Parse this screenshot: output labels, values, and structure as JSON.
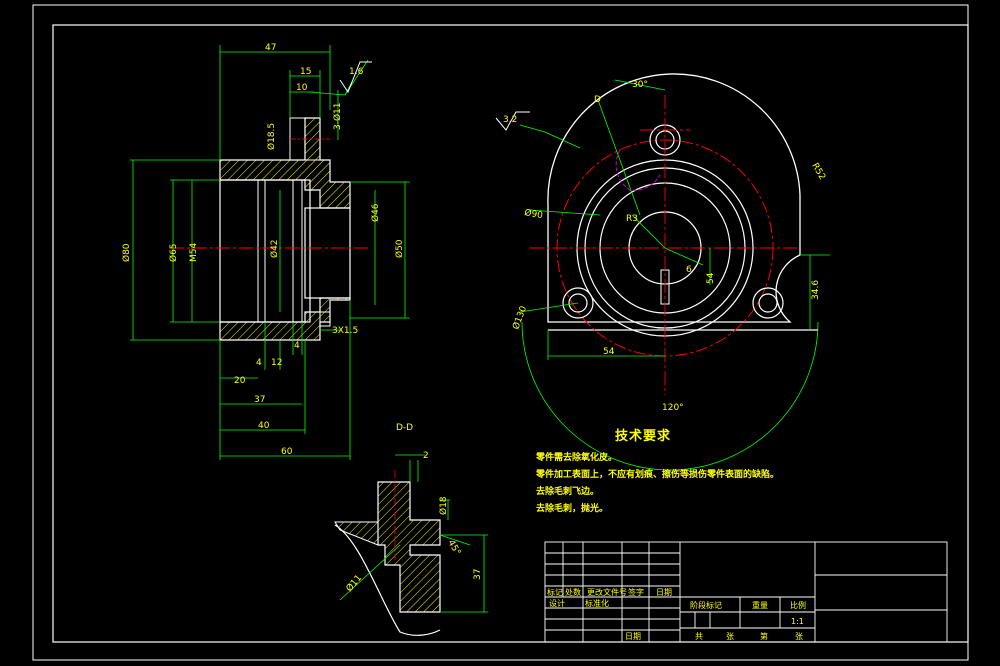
{
  "colors": {
    "background": "#000000",
    "outline": "#ffffff",
    "dimension": "#00ff00",
    "text": "#ffff00",
    "centerline": "#ff0000",
    "hatch": "#ffff00",
    "section_mark": "#cc00cc"
  },
  "front_view": {
    "dims": {
      "d47": "47",
      "d15": "15",
      "d10": "10",
      "rough16": "1.6",
      "holes": "3-Ø11",
      "phi185": "Ø18.5",
      "phi80": "Ø80",
      "phi65": "Ø65",
      "m54": "M54",
      "phi42": "Ø42",
      "phi46": "Ø46",
      "phi50": "Ø50",
      "d4a": "4",
      "d4b": "4",
      "d12": "12",
      "d20": "20",
      "d37": "37",
      "d40": "40",
      "d60": "60",
      "chamfer": "3X1.5"
    }
  },
  "side_view": {
    "dims": {
      "sec": "D",
      "ang30": "30°",
      "rough32": "3.2",
      "r52": "R52",
      "r_small": "R3",
      "phi90": "Ø90",
      "d6": "6",
      "d54": "54",
      "d346": "34.6",
      "phi130": "Ø130",
      "dim54": "54",
      "ang120": "120°"
    }
  },
  "section_view": {
    "title": "D-D",
    "dims": {
      "d2": "2",
      "phi18": "Ø18",
      "ang45": "45°",
      "phi11": "Ø11",
      "d37": "37"
    }
  },
  "tech_req": {
    "title": "技术要求",
    "lines": [
      "零件需去除氧化皮。",
      "零件加工表面上，不应有划痕、擦伤等损伤零件表面的缺陷。",
      "去除毛刺飞边。",
      "去除毛刺，抛光。"
    ]
  },
  "title_block": {
    "rev_row": [
      "标记",
      "处数",
      "更改文件号",
      "签字",
      "日期"
    ],
    "design": "设计",
    "std": "标准化",
    "date_label": "日期",
    "stage": "阶段标记",
    "weight": "重量",
    "scale": "比例",
    "scale_val": "1:1",
    "sheet": "共",
    "sheet_unit": "张",
    "page": "第",
    "page_unit": "张"
  }
}
